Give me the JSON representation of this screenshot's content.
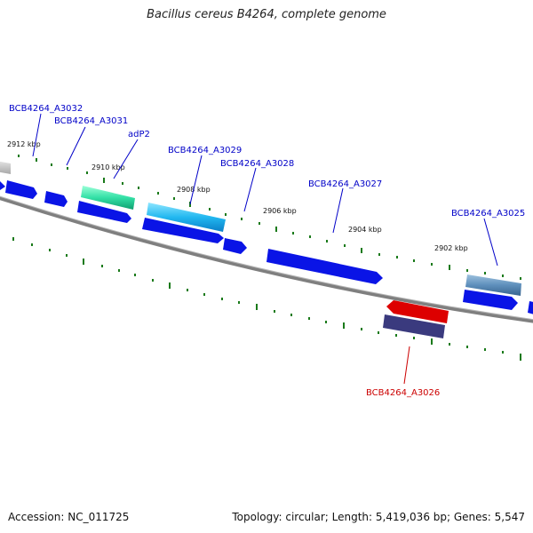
{
  "title": "Bacillus cereus B4264, complete genome",
  "footer": {
    "accession": "Accession: NC_011725",
    "stats": "Topology: circular; Length: 5,419,036 bp; Genes: 5,547"
  },
  "ruler": [
    "2912 kbp",
    "2910 kbp",
    "2908 kbp",
    "2906 kbp",
    "2904 kbp",
    "2902 kbp"
  ],
  "gene_labels": [
    {
      "text": "BCB4264_A3032",
      "color": "#0000c8"
    },
    {
      "text": "BCB4264_A3031",
      "color": "#0000c8"
    },
    {
      "text": "adP2",
      "color": "#0000c8"
    },
    {
      "text": "BCB4264_A3029",
      "color": "#0000c8"
    },
    {
      "text": "BCB4264_A3028",
      "color": "#0000c8"
    },
    {
      "text": "BCB4264_A3027",
      "color": "#0000c8"
    },
    {
      "text": "BCB4264_A3025",
      "color": "#0000c8"
    },
    {
      "text": "BCB4264_A3026",
      "color": "#cc0000"
    }
  ],
  "colors": {
    "backbone": "#7f7f7f",
    "forward_gene": "#0a14e6",
    "reverse_gene": "#dd0000",
    "tick": "#1a7a1a"
  }
}
